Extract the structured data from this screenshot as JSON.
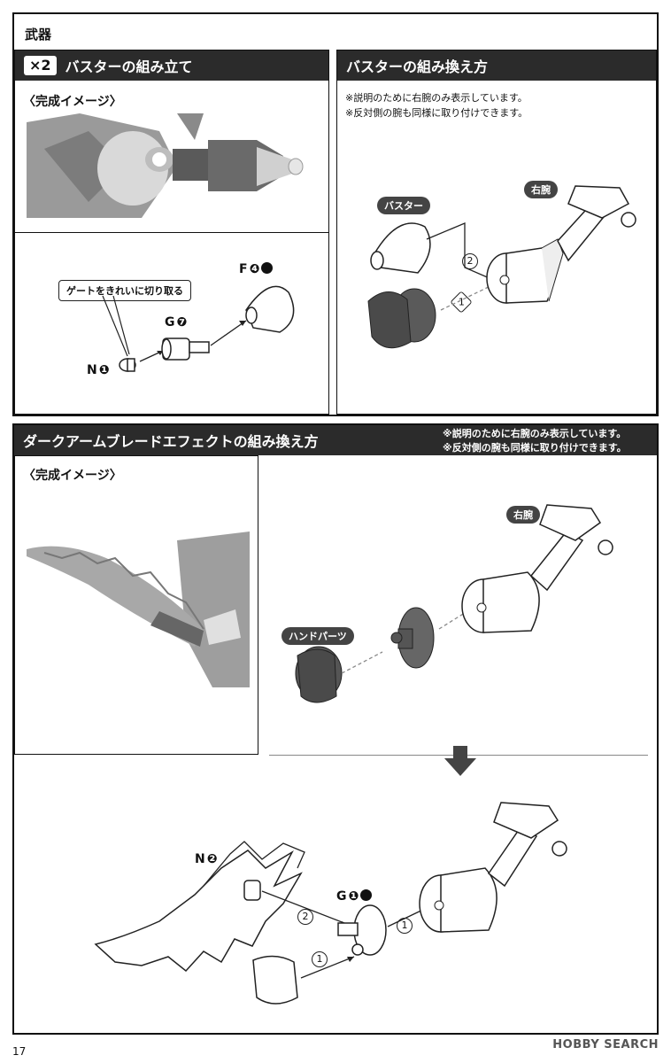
{
  "section_title": "武器",
  "buster_assembly": {
    "qty_badge": "×2",
    "title": "バスターの組み立て",
    "completed_label": "〈完成イメージ〉",
    "callout": "ゲートをきれいに切り取る",
    "part_n": "N",
    "part_n_num": "❶",
    "part_g": "G",
    "part_g_num": "❼",
    "part_f": "F",
    "part_f_num": "❹"
  },
  "buster_swap": {
    "title": "バスターの組み換え方",
    "note1": "※説明のために右腕のみ表示しています。",
    "note2": "※反対側の腕も同様に取り付けできます。",
    "tag_buster": "バスター",
    "tag_right_arm": "右腕",
    "step1": "1",
    "step2": "2"
  },
  "blade_swap": {
    "title": "ダークアームブレードエフェクトの組み換え方",
    "note1": "※説明のために右腕のみ表示しています。",
    "note2": "※反対側の腕も同様に取り付けできます。",
    "completed_label": "〈完成イメージ〉",
    "tag_right_arm": "右腕",
    "tag_hand": "ハンドパーツ",
    "part_n": "N",
    "part_n_num": "❷",
    "part_g": "G",
    "part_g_num": "❶",
    "step1a": "1",
    "step1b": "1",
    "step2": "2"
  },
  "footer": {
    "page_number": "17",
    "watermark": "HOBBY SEARCH"
  }
}
